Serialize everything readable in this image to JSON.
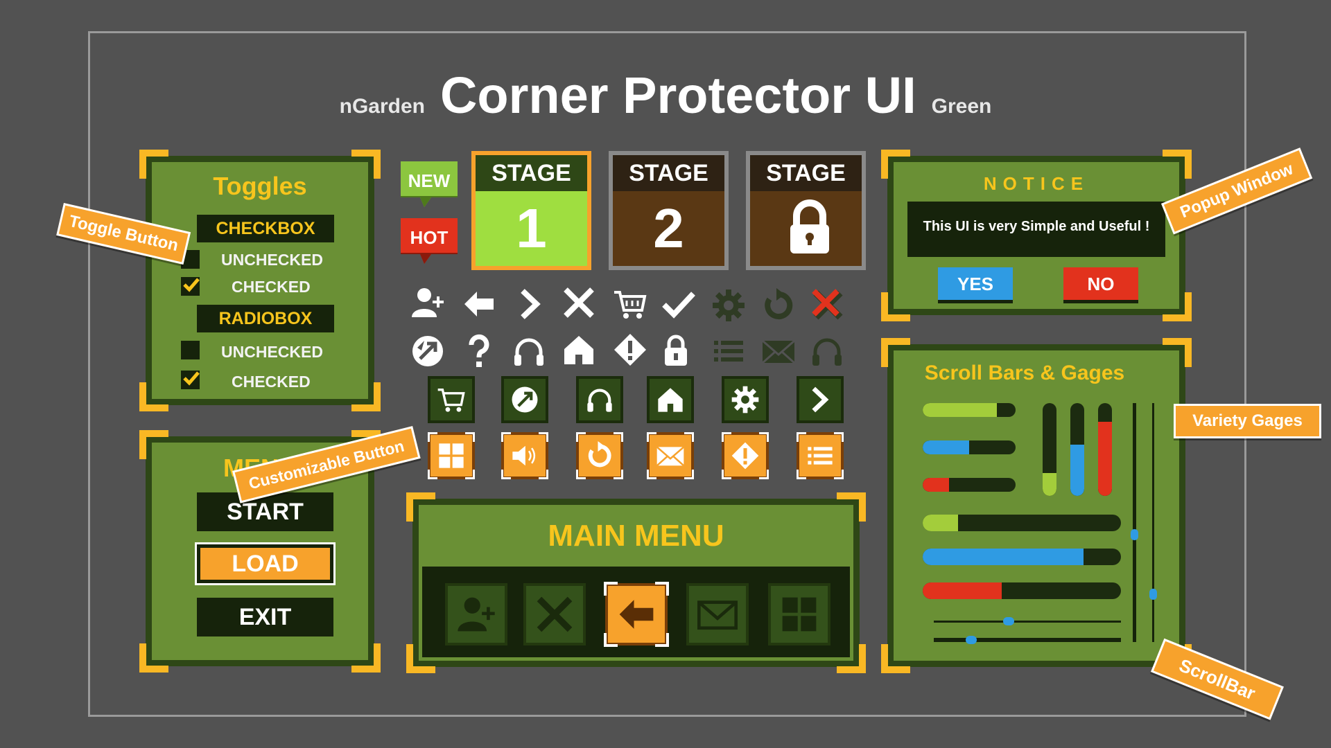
{
  "header": {
    "brand": "nGarden",
    "title": "Corner Protector UI",
    "variant": "Green"
  },
  "toggles": {
    "title": "Toggles",
    "checkbox_header": "CHECKBOX",
    "checkbox_options": [
      {
        "label": "UNCHECKED",
        "checked": false
      },
      {
        "label": "CHECKED",
        "checked": true
      }
    ],
    "radiobox_header": "RADIOBOX",
    "radio_options": [
      {
        "label": "UNCHECKED",
        "checked": false
      },
      {
        "label": "CHECKED",
        "checked": true
      }
    ]
  },
  "menu": {
    "title": "MENU",
    "buttons": [
      "START",
      "LOAD",
      "EXIT"
    ],
    "selected": "LOAD"
  },
  "badges": {
    "new": "NEW",
    "hot": "HOT"
  },
  "stages": [
    {
      "label": "STAGE",
      "number": "1",
      "state": "unlocked"
    },
    {
      "label": "STAGE",
      "number": "2",
      "state": "available"
    },
    {
      "label": "STAGE",
      "number": "",
      "state": "locked"
    }
  ],
  "icon_rows": [
    [
      "add-user-icon",
      "arrow-left-icon",
      "chevron-right-icon",
      "close-icon",
      "cart-icon",
      "check-icon",
      "gear-icon",
      "refresh-icon",
      "red-x-icon"
    ],
    [
      "globe-icon",
      "question-icon",
      "headphones-icon",
      "home-icon",
      "warning-diamond-icon",
      "lock-icon",
      "list-icon",
      "mail-icon",
      "headphones-dark-icon"
    ]
  ],
  "green_buttons": [
    "cart-icon",
    "globe-icon",
    "headphones-icon",
    "home-icon",
    "gear-icon",
    "chevron-right-icon"
  ],
  "orange_buttons": [
    "grid-icon",
    "speaker-icon",
    "refresh-icon",
    "mail-icon",
    "warning-diamond-icon",
    "list-icon"
  ],
  "main_menu": {
    "title": "MAIN MENU",
    "icons": [
      "add-user-icon",
      "close-icon",
      "arrow-left-icon",
      "mail-icon",
      "grid-icon"
    ],
    "selected_index": 2
  },
  "notice": {
    "title": "NOTICE",
    "message": "This UI is very Simple and Useful !",
    "yes": "YES",
    "no": "NO"
  },
  "scroll_gages": {
    "title": "Scroll Bars & Gages",
    "small_gauges": [
      {
        "fill": 0.8,
        "color": "#a3cd3b"
      },
      {
        "fill": 0.5,
        "color": "#2f9be3"
      },
      {
        "fill": 0.28,
        "color": "#e2321d"
      }
    ],
    "vertical_gauges": [
      {
        "fill": 0.25,
        "color": "#a3cd3b"
      },
      {
        "fill": 0.55,
        "color": "#2f9be3"
      },
      {
        "fill": 0.8,
        "color": "#e2321d"
      }
    ],
    "wide_gauges": [
      {
        "fill": 0.18,
        "color": "#a3cd3b"
      },
      {
        "fill": 0.81,
        "color": "#2f9be3"
      },
      {
        "fill": 0.4,
        "color": "#e2321d"
      }
    ],
    "horizontal_scrollbars": [
      0.4,
      0.2
    ],
    "vertical_scrollbars": [
      0.55,
      0.8
    ]
  },
  "callouts": {
    "toggle": "Toggle Button",
    "custom": "Customizable Button",
    "popup": "Popup Window",
    "variety": "Variety Gages",
    "scrollbar": "ScrollBar"
  },
  "colors": {
    "panel": "#6a9035",
    "panel_border": "#2e4716",
    "corner": "#f9b824",
    "accent_yellow": "#f7c51d",
    "orange": "#f7a22c",
    "blue": "#2f9be3",
    "red": "#e2321d",
    "light_green": "#a3cd3b",
    "background": "#525252"
  }
}
